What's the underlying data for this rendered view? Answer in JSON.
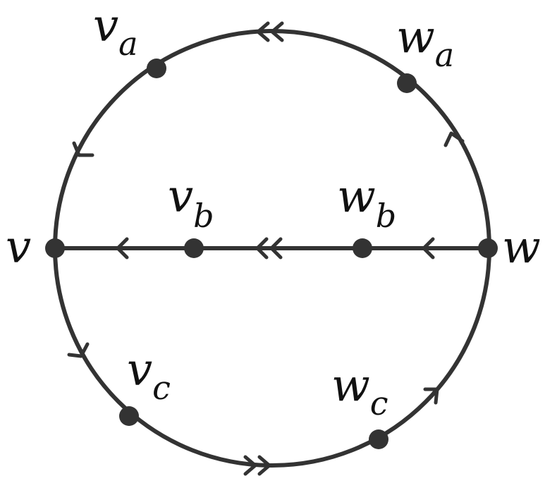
{
  "diagram": {
    "labels": {
      "v_a": {
        "main": "v",
        "sub": "a"
      },
      "w_a": {
        "main": "w",
        "sub": "a"
      },
      "v_b": {
        "main": "v",
        "sub": "b"
      },
      "w_b": {
        "main": "w",
        "sub": "b"
      },
      "v_c": {
        "main": "v",
        "sub": "c"
      },
      "w_c": {
        "main": "w",
        "sub": "c"
      },
      "v": {
        "main": "v"
      },
      "w": {
        "main": "w"
      }
    },
    "edges": [
      {
        "id": "top-arc",
        "from": "w",
        "to": "v"
      },
      {
        "id": "middle-chord",
        "from": "w",
        "to": "v"
      },
      {
        "id": "bottom-arc",
        "from": "v",
        "to": "w"
      }
    ],
    "colors": {
      "stroke": "#333333",
      "node": "#333333",
      "text": "#111111"
    }
  }
}
